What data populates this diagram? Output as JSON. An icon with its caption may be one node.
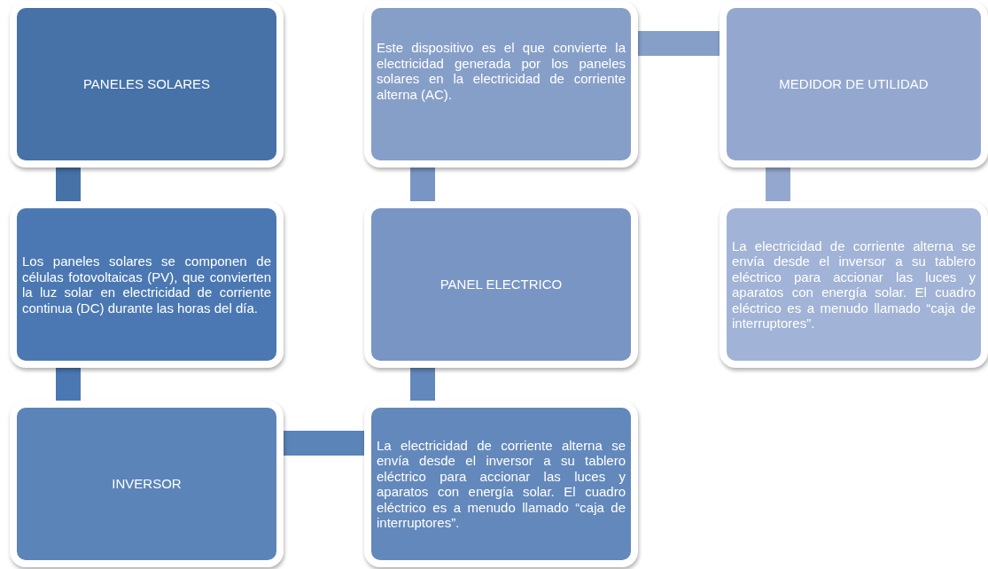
{
  "diagram": {
    "nodes": [
      {
        "text": [
          "PANELES SOLARES"
        ]
      },
      {
        "text": [
          "Los paneles solares se componen de células fotovoltaicas (PV), que convierten la luz solar en electricidad de corriente continua (DC) durante las horas del día."
        ]
      },
      {
        "text": [
          "INVERSOR"
        ]
      },
      {
        "text": [
          "La electricidad de corriente alterna se envía desde el inversor a su tablero eléctrico para accionar las luces y aparatos con energía solar. El cuadro eléctrico es a menudo llamado “caja de interruptores”."
        ]
      },
      {
        "text": [
          "PANEL ELECTRICO"
        ]
      },
      {
        "text": [
          "Este dispositivo es el que convierte la electricidad generada por los paneles solares en la electricidad de corriente alterna (AC)."
        ]
      },
      {
        "text": [
          "MEDIDOR DE UTILIDAD"
        ]
      },
      {
        "text": [
          "La electricidad de corriente alterna se envía desde el inversor a su tablero eléctrico para accionar las luces y aparatos con energía solar. El cuadro eléctrico es a menudo llamado “caja de interruptores”."
        ]
      }
    ],
    "edges": [
      {
        "from": 0,
        "to": 1,
        "arrow": "none"
      },
      {
        "from": 1,
        "to": 2,
        "arrow": "none"
      },
      {
        "from": 2,
        "to": 3,
        "arrow": "none"
      },
      {
        "from": 3,
        "to": 4,
        "arrow": "none"
      },
      {
        "from": 4,
        "to": 5,
        "arrow": "none"
      },
      {
        "from": 5,
        "to": 6,
        "arrow": "none"
      },
      {
        "from": 6,
        "to": 7,
        "arrow": "none"
      }
    ]
  }
}
